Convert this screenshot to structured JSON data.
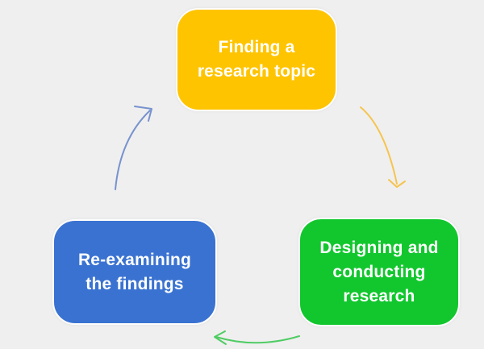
{
  "diagram": {
    "background": "#efefef",
    "text_color": "#ffffff",
    "nodes": [
      {
        "id": "finding-topic",
        "label": "Finding a\nresearch topic",
        "color": "#ffc400"
      },
      {
        "id": "designing-research",
        "label": "Designing and\nconducting\nresearch",
        "color": "#12c72e"
      },
      {
        "id": "reexamining",
        "label": "Re-examining\nthe findings",
        "color": "#3a72d1"
      }
    ],
    "arrows": [
      {
        "from": "Finding a research topic",
        "to": "Designing and conducting research",
        "color": "#f6c44e"
      },
      {
        "from": "Designing and conducting research",
        "to": "Re-examining the findings",
        "color": "#4fcc63"
      },
      {
        "from": "Re-examining the findings",
        "to": "Finding a research topic",
        "color": "#7792ce"
      }
    ]
  }
}
